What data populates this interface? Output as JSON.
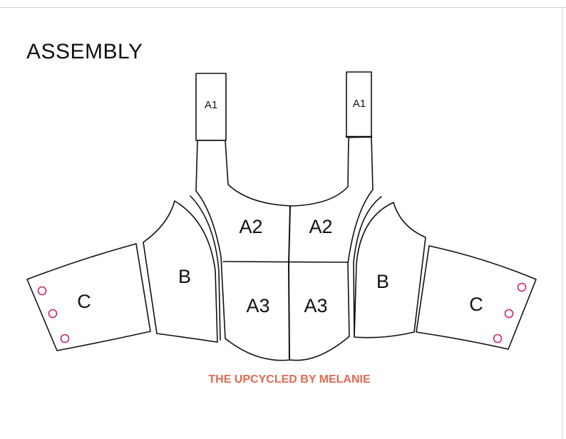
{
  "title": "ASSEMBLY",
  "credit": "THE UPCYCLED BY MELANIE",
  "colors": {
    "outline": "#111111",
    "buttonholes": "#cc2277",
    "credit": "#e06a50"
  },
  "pieces": {
    "strap_left": "A1",
    "strap_right": "A1",
    "upper_left": "A2",
    "upper_right": "A2",
    "lower_left": "A3",
    "lower_right": "A3",
    "side_left": "B",
    "side_right": "B",
    "sleeve_left": "C",
    "sleeve_right": "C"
  }
}
